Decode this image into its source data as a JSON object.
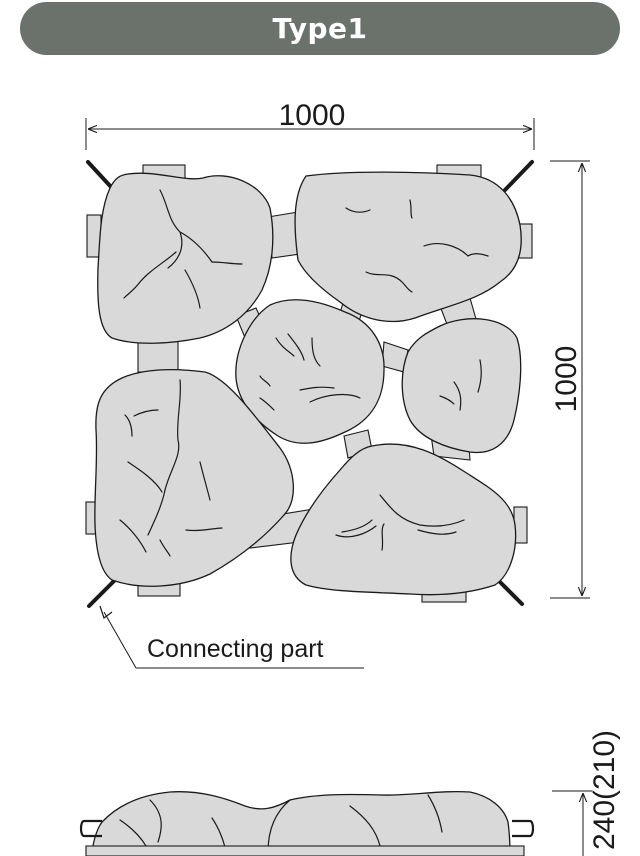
{
  "title": "Type1",
  "dimensions": {
    "width": "1000",
    "height": "1000",
    "thickness": "240(210)"
  },
  "labels": {
    "connecting_part": "Connecting part"
  },
  "colors": {
    "title_bar": "#6b726c",
    "stone_fill": "#d9d9d9",
    "line": "#1a1a1a"
  }
}
